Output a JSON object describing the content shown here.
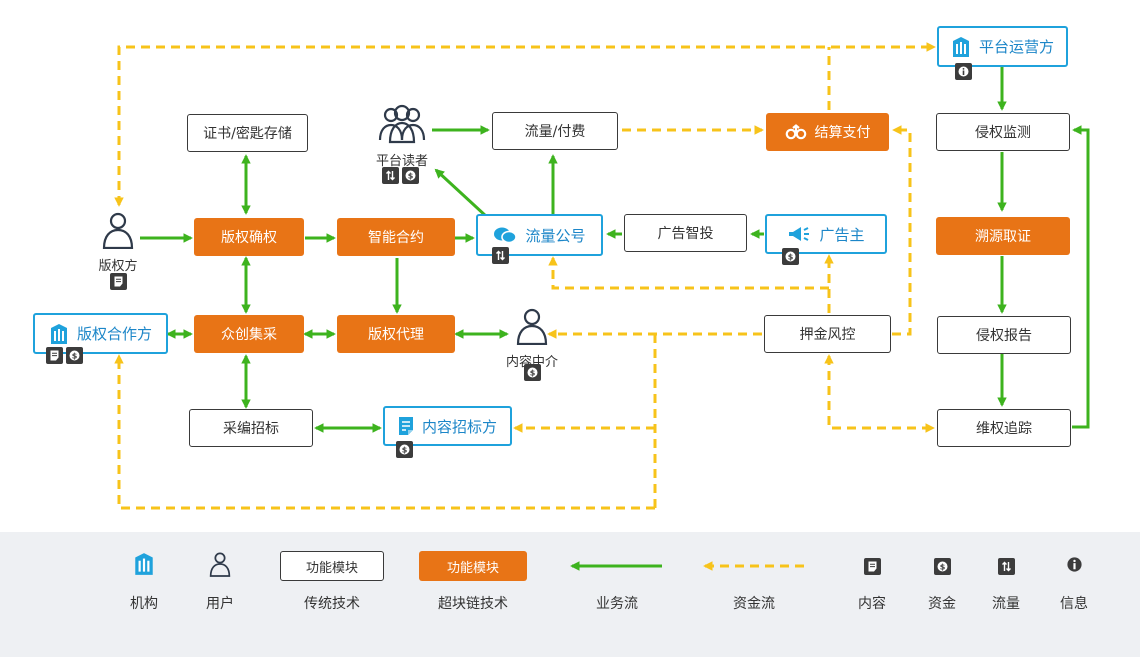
{
  "modules": {
    "certificate_storage": "证书/密匙存储",
    "traffic_payment": "流量/付费",
    "settlement_payment": "结算支付",
    "copyright_confirm": "版权确权",
    "smart_contract": "智能合约",
    "traffic_account": "流量公号",
    "ad_smart_delivery": "广告智投",
    "advertiser": "广告主",
    "crowd_purchase": "众创集采",
    "copyright_agency": "版权代理",
    "deposit_risk": "押金风控",
    "editorial_bidding": "采编招标",
    "content_bidder": "内容招标方",
    "platform_operator": "平台运营方",
    "infringement_monitor": "侵权监测",
    "trace_evidence": "溯源取证",
    "infringement_report": "侵权报告",
    "rights_tracking": "维权追踪",
    "copyright_partner": "版权合作方"
  },
  "actors": {
    "platform_reader": "平台读者",
    "copyright_owner": "版权方",
    "content_intermediary": "内容中介"
  },
  "legend": {
    "institution": "机构",
    "user": "用户",
    "traditional_tech": "传统技术",
    "traditional_box": "功能模块",
    "blockchain_tech": "超块链技术",
    "blockchain_box": "功能模块",
    "business_flow": "业务流",
    "capital_flow": "资金流",
    "content": "内容",
    "capital": "资金",
    "traffic": "流量",
    "info": "信息"
  },
  "colors": {
    "green_flow": "#3db31e",
    "yellow_flow": "#f7c31a",
    "blockchain_orange": "#e87416",
    "entity_blue": "#1fa2dc",
    "legend_bg": "#eef0f3"
  },
  "icons": {
    "institution": "building-icon",
    "user": "person-icon",
    "content": "document-icon",
    "capital": "coin-icon",
    "traffic": "traffic-icon",
    "info": "info-icon"
  }
}
